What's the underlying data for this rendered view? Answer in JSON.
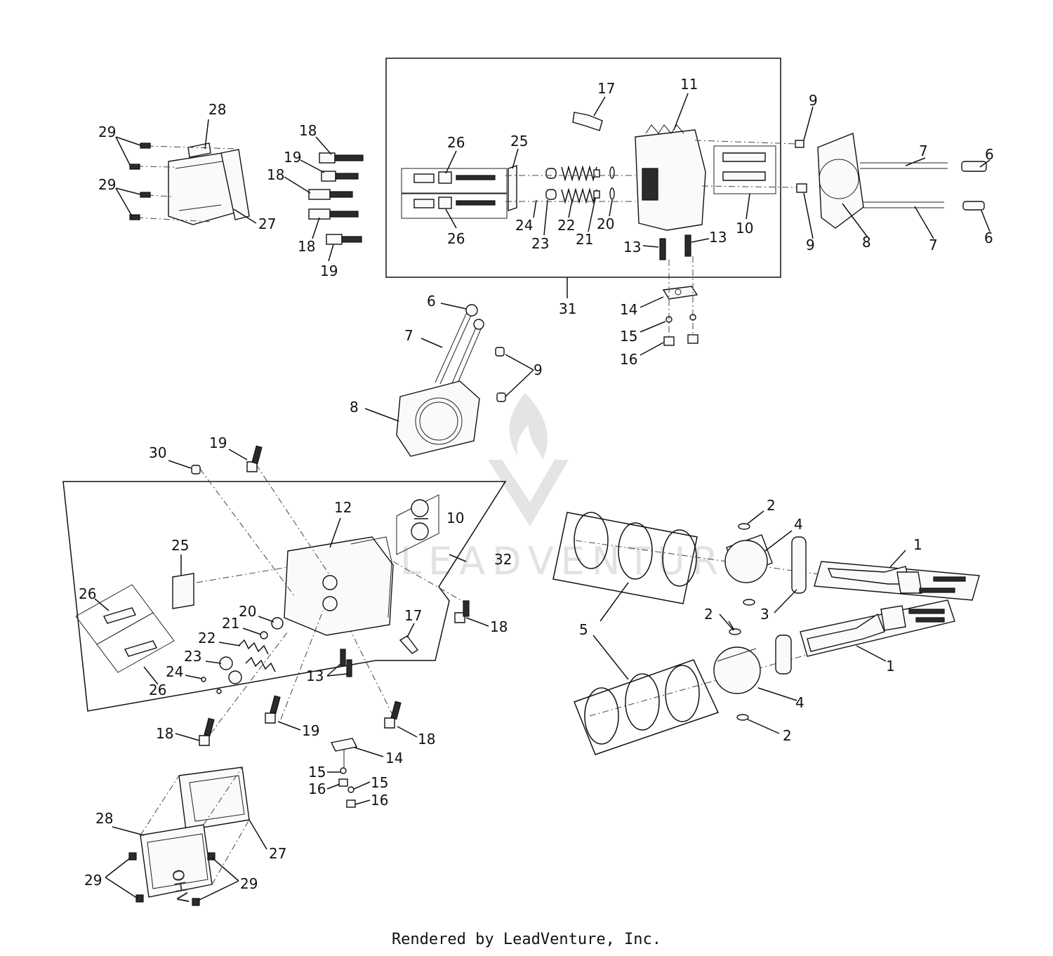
{
  "footer": {
    "credit": "Rendered by LeadVenture, Inc."
  },
  "watermark": {
    "text": "LEADVENTURE"
  },
  "callouts": {
    "n1": "1",
    "n2": "2",
    "n3": "3",
    "n4": "4",
    "n5": "5",
    "n6": "6",
    "n7": "7",
    "n8": "8",
    "n9": "9",
    "n10": "10",
    "n11": "11",
    "n12": "12",
    "n13": "13",
    "n14": "14",
    "n15": "15",
    "n16": "16",
    "n17": "17",
    "n18": "18",
    "n19": "19",
    "n20": "20",
    "n21": "21",
    "n22": "22",
    "n23": "23",
    "n24": "24",
    "n25": "25",
    "n26": "26",
    "n27": "27",
    "n28": "28",
    "n29": "29",
    "n30": "30",
    "n31": "31",
    "n32": "32"
  }
}
